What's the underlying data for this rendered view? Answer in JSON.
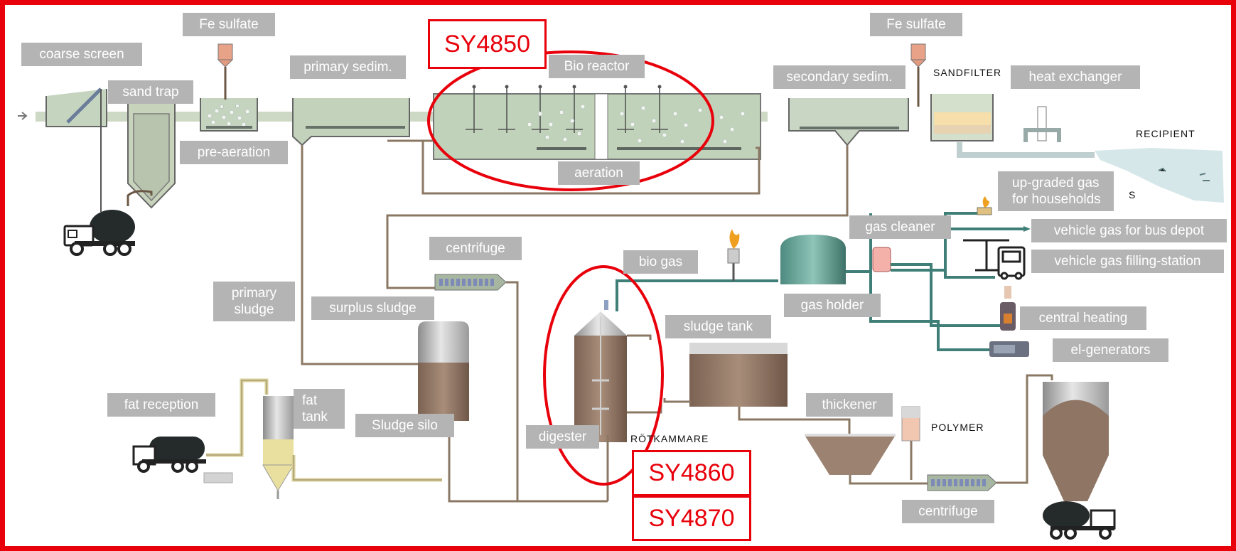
{
  "labels": {
    "coarse_screen": "coarse screen",
    "sand_trap": "sand trap",
    "fe_sulfate_1": "Fe sulfate",
    "pre_aeration": "pre-aeration",
    "primary_sedim": "primary sedim.",
    "bio_reactor": "Bio reactor",
    "aeration": "aeration",
    "secondary_sedim": "secondary sedim.",
    "fe_sulfate_2": "Fe sulfate",
    "heat_exchanger": "heat exchanger",
    "upgraded_gas_line1": "up-graded gas",
    "upgraded_gas_line2": "for households",
    "gas_cleaner": "gas cleaner",
    "vehicle_gas_bus": "vehicle gas for bus depot",
    "vehicle_gas_station": "vehicle gas filling-station",
    "centrifuge_1": "centrifuge",
    "bio_gas": "bio gas",
    "gas_holder": "gas holder",
    "primary_sludge_line1": "primary",
    "primary_sludge_line2": "sludge",
    "surplus_sludge": "surplus sludge",
    "sludge_tank": "sludge tank",
    "central_heating": "central heating",
    "el_generators": "el-generators",
    "fat_reception": "fat reception",
    "fat_tank_line1": "fat",
    "fat_tank_line2": "tank",
    "sludge_silo": "Sludge silo",
    "digester": "digester",
    "thickener": "thickener",
    "centrifuge_2": "centrifuge"
  },
  "plain_text": {
    "sandfilter": "SANDFILTER",
    "recipient": "RECIPIENT",
    "rotkammare": "RÖTKAMMARE",
    "polymer": "POLYMER",
    "partial_s": "S"
  },
  "codes": {
    "sy4850": "SY4850",
    "sy4860": "SY4860",
    "sy4870": "SY4870"
  },
  "colors": {
    "highlight_red": "#e8000b",
    "label_gray": "#b4b4b4",
    "tank_green": "#c8d7c0",
    "pipe_brown": "#8b7864",
    "gas_pipe_teal": "#3f7f77",
    "sludge_brown": "#9c8270",
    "water_blue": "#d7e7ea"
  }
}
